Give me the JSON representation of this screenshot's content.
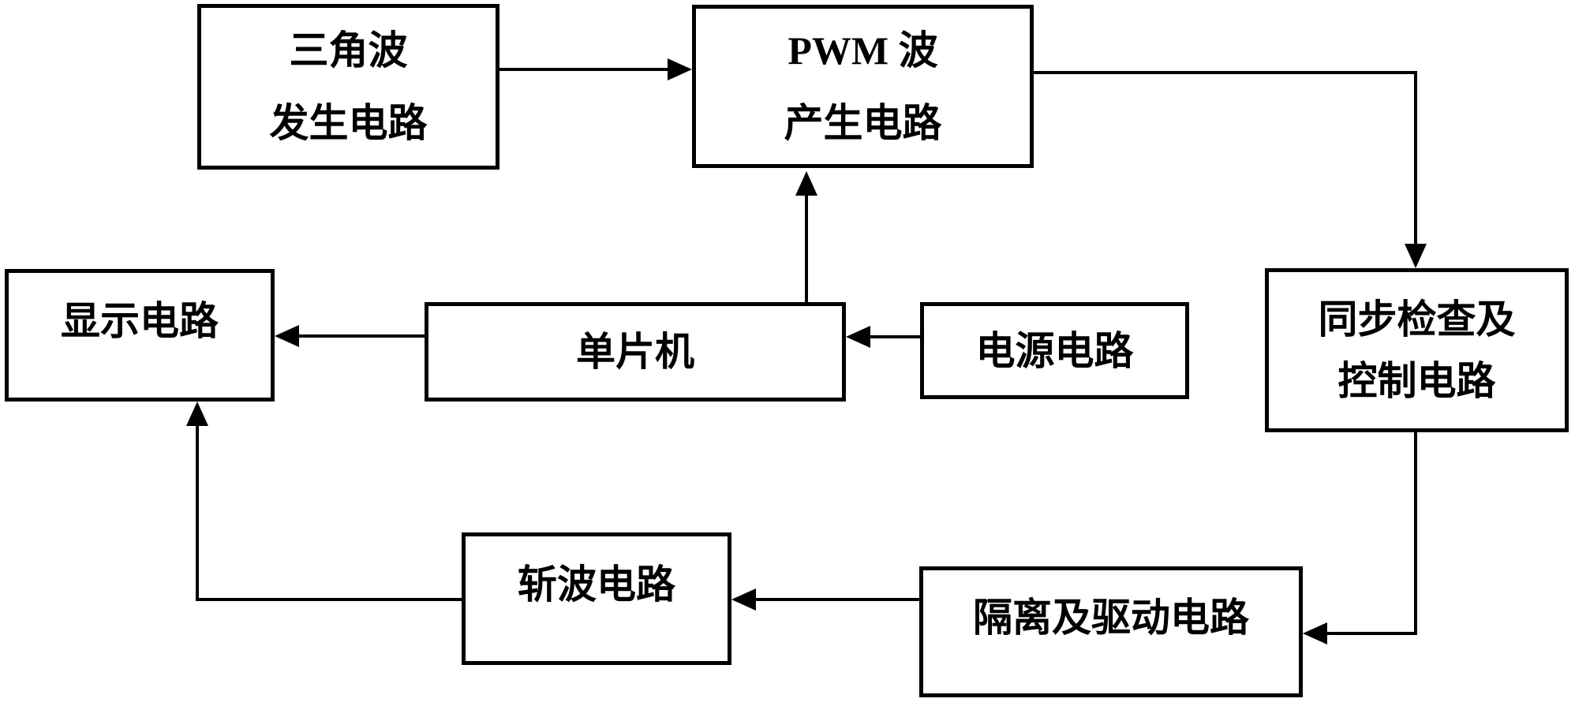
{
  "diagram": {
    "title": "PWM chopper control system block diagram",
    "colors": {
      "background": "#ffffff",
      "line": "#000000",
      "text": "#000000"
    },
    "nodes": {
      "triangle": {
        "label": "三角波\n发生电路"
      },
      "pwm": {
        "label": "PWM 波\n产生电路"
      },
      "display": {
        "label": "显示电路"
      },
      "mcu": {
        "label": "单片机"
      },
      "power": {
        "label": "电源电路"
      },
      "sync": {
        "label": "同步检查及\n控制电路"
      },
      "chopper": {
        "label": "斩波电路"
      },
      "isolation": {
        "label": "隔离及驱动电路"
      }
    },
    "edges": [
      {
        "from": "triangle",
        "to": "pwm"
      },
      {
        "from": "pwm",
        "to": "sync"
      },
      {
        "from": "mcu",
        "to": "pwm"
      },
      {
        "from": "power",
        "to": "mcu"
      },
      {
        "from": "mcu",
        "to": "display"
      },
      {
        "from": "sync",
        "to": "isolation"
      },
      {
        "from": "isolation",
        "to": "chopper"
      },
      {
        "from": "chopper",
        "to": "display"
      }
    ]
  }
}
